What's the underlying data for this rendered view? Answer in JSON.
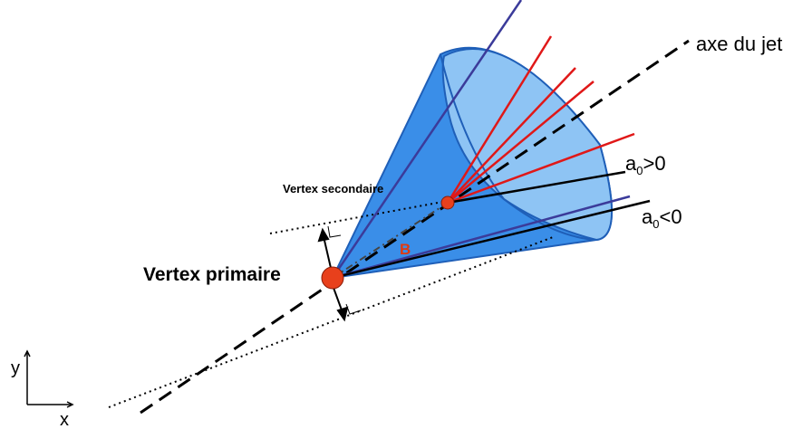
{
  "labels": {
    "jet_axis": "axe du jet",
    "secondary_vertex": "Vertex secondaire",
    "primary_vertex": "Vertex primaire",
    "b_hadron": "B",
    "a0_positive": {
      "base": "a",
      "sub": "0",
      "rel": ">0"
    },
    "a0_negative": {
      "base": "a",
      "sub": "0",
      "rel": "<0"
    },
    "axis_y": "y",
    "axis_x": "x"
  },
  "colors": {
    "cone_fill": "#3a8ee8",
    "cone_inner": "#8ec4f4",
    "cone_edge": "#1f5fb8",
    "track_red": "#e01818",
    "track_dark": "#3b3b9a",
    "vertex": "#e8401c",
    "b_label": "#e03a10"
  }
}
